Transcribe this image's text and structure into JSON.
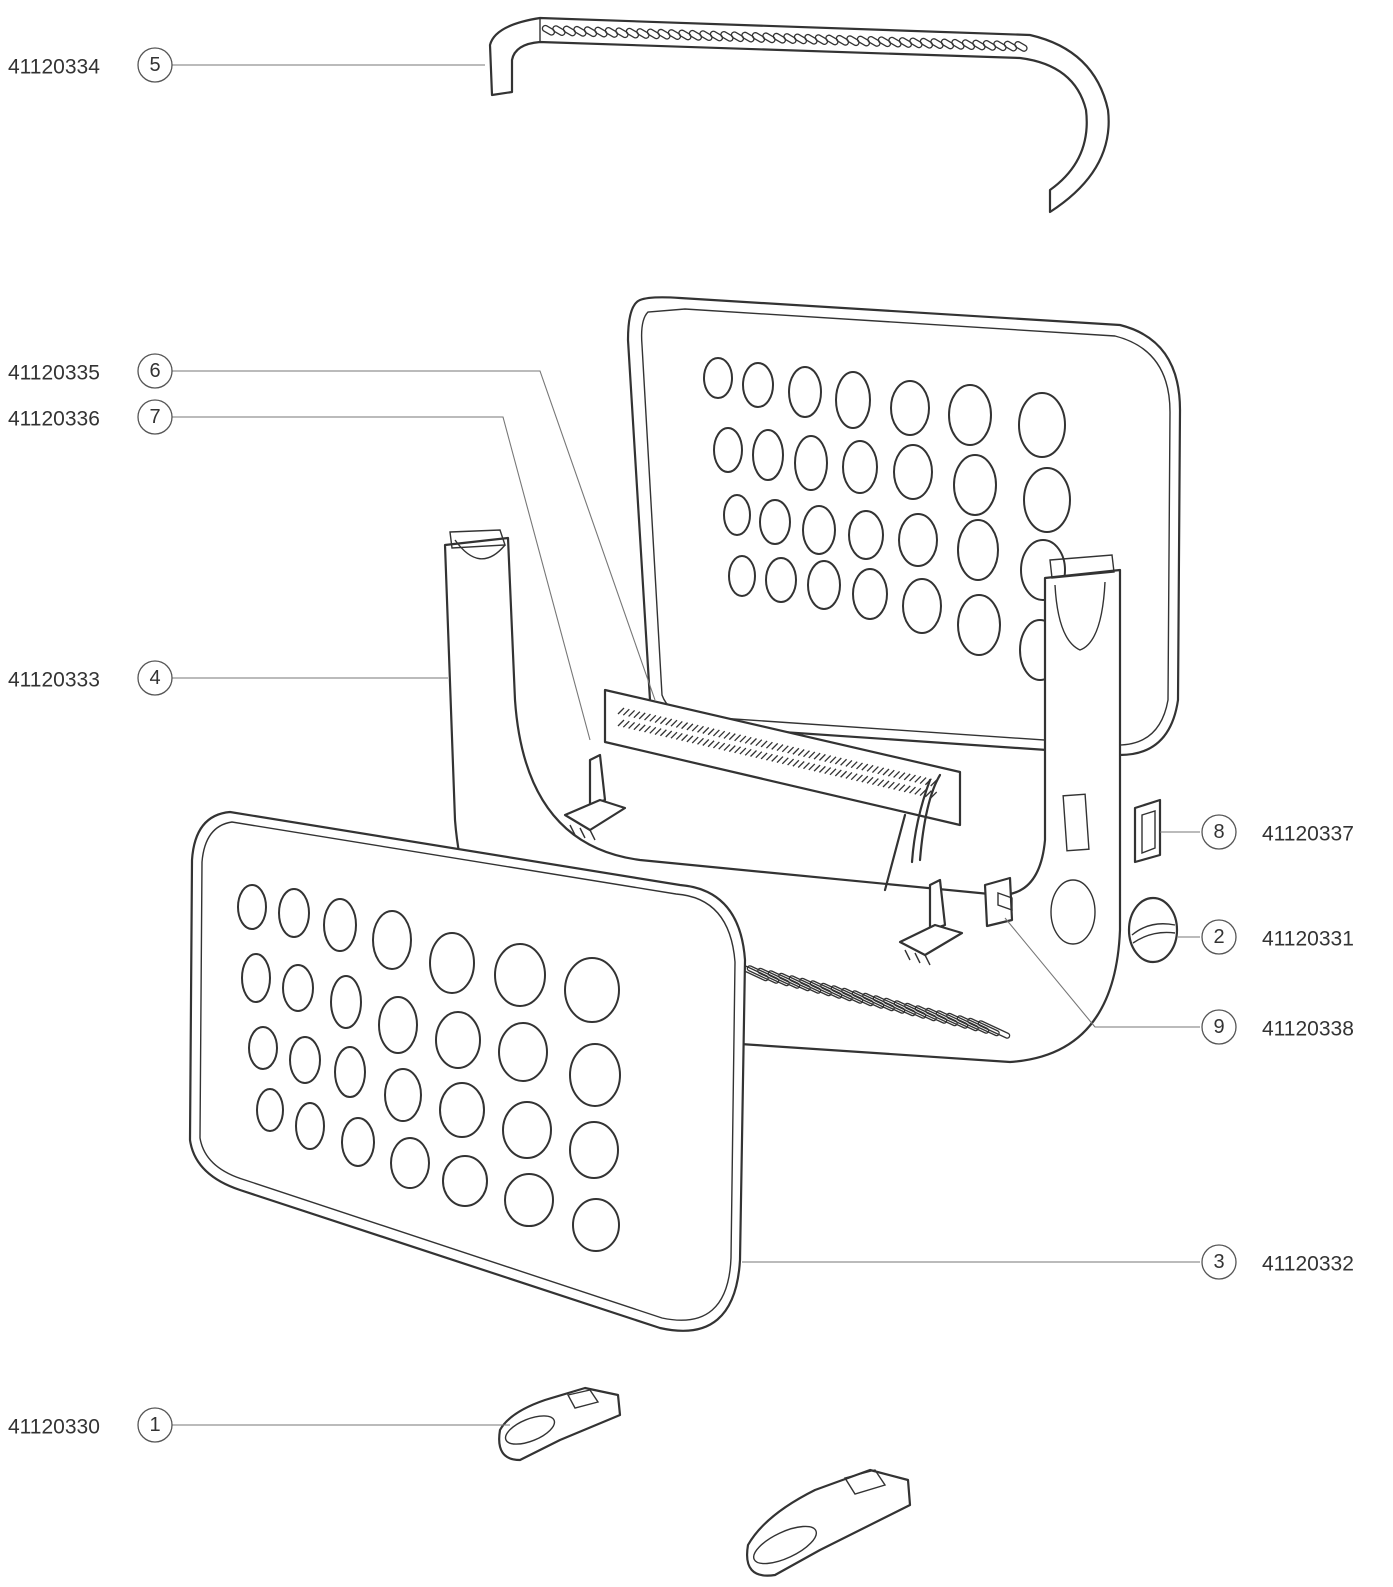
{
  "callouts": [
    {
      "number": "5",
      "code": "41120334"
    },
    {
      "number": "6",
      "code": "41120335"
    },
    {
      "number": "7",
      "code": "41120336"
    },
    {
      "number": "4",
      "code": "41120333"
    },
    {
      "number": "8",
      "code": "41120337"
    },
    {
      "number": "2",
      "code": "41120331"
    },
    {
      "number": "9",
      "code": "41120338"
    },
    {
      "number": "3",
      "code": "41120332"
    },
    {
      "number": "1",
      "code": "41120330"
    }
  ]
}
